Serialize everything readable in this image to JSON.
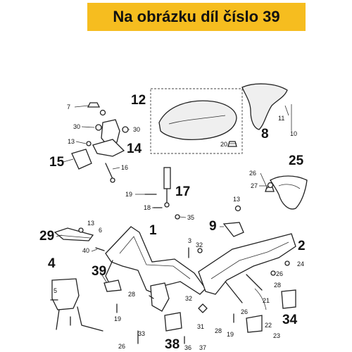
{
  "banner": {
    "text": "Na obrázku díl číslo 39",
    "color": "#f6bd1f"
  },
  "callouts": {
    "c1": "1",
    "c2": "2",
    "c3": "3",
    "c4": "4",
    "c5": "5",
    "c6": "6",
    "c7": "7",
    "c8": "8",
    "c9": "9",
    "c10": "10",
    "c11": "11",
    "c12": "12",
    "c13a": "13",
    "c13b": "13",
    "c13c": "13",
    "c14": "14",
    "c15": "15",
    "c16": "16",
    "c17": "17",
    "c18": "18",
    "c19a": "19",
    "c19b": "19",
    "c19c": "19",
    "c20": "20",
    "c21": "21",
    "c22": "22",
    "c23": "23",
    "c24": "24",
    "c25": "25",
    "c26a": "26",
    "c26b": "26",
    "c26c": "26",
    "c27": "27",
    "c28a": "28",
    "c28b": "28",
    "c28c": "28",
    "c29": "29",
    "c30a": "30",
    "c30b": "30",
    "c31": "31",
    "c32a": "32",
    "c32b": "32",
    "c33": "33",
    "c34": "34",
    "c35": "35",
    "c36": "36",
    "c37": "37",
    "c38": "38",
    "c39": "39",
    "c40": "40"
  }
}
